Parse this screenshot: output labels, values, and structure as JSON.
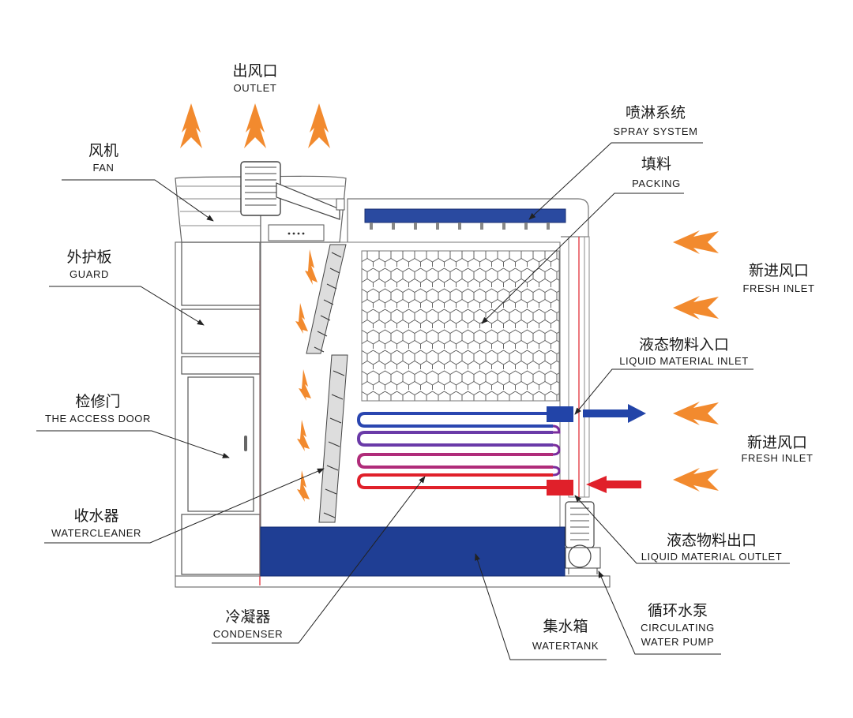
{
  "labels": {
    "outlet": {
      "cn": "出风口",
      "en": "OUTLET"
    },
    "fan": {
      "cn": "风机",
      "en": "FAN"
    },
    "guard": {
      "cn": "外护板",
      "en": "GUARD"
    },
    "access_door": {
      "cn": "检修门",
      "en": "THE ACCESS DOOR"
    },
    "watercleaner": {
      "cn": "收水器",
      "en": "WATERCLEANER"
    },
    "condenser": {
      "cn": "冷凝器",
      "en": "CONDENSER"
    },
    "watertank": {
      "cn": "集水箱",
      "en": "WATERTANK"
    },
    "pump": {
      "cn": "循环水泵",
      "en1": "CIRCULATING",
      "en2": "WATER PUMP"
    },
    "spray": {
      "cn": "喷淋系统",
      "en": "SPRAY SYSTEM"
    },
    "packing": {
      "cn": "填料",
      "en": "PACKING"
    },
    "fresh_inlet_1": {
      "cn": "新进风口",
      "en": "FRESH INLET"
    },
    "fresh_inlet_2": {
      "cn": "新进风口",
      "en": "FRESH INLET"
    },
    "liquid_inlet": {
      "cn": "液态物料入口",
      "en": "LIQUID MATERIAL INLET"
    },
    "liquid_outlet": {
      "cn": "液态物料出口",
      "en": "LIQUID MATERIAL OUTLET"
    }
  },
  "colors": {
    "air_arrow": "#f28a2e",
    "water": "#1f3e94",
    "hot_liquid": "#e0202a",
    "cold_liquid": "#2244a8",
    "spray_pipe": "#2a4aa0"
  }
}
